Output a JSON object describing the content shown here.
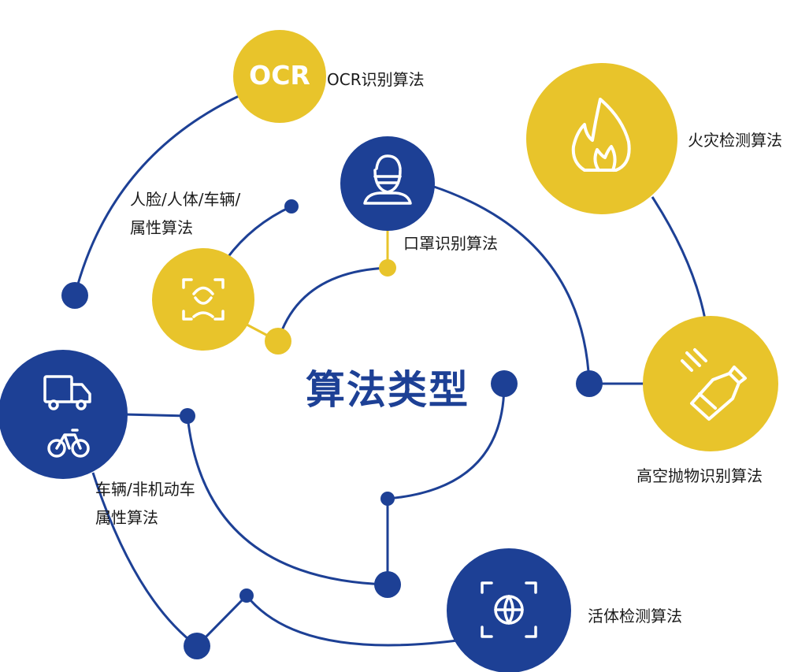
{
  "colors": {
    "navy": "#1d4095",
    "yellow": "#e8c42b",
    "white": "#ffffff"
  },
  "center_title": "算法类型",
  "nodes": [
    {
      "id": "ocr",
      "label": "OCR识别算法",
      "icon_text": "OCR",
      "icon": "ocr-text-icon"
    },
    {
      "id": "face",
      "label_lines": [
        "人脸/人体/车辆/",
        "属性算法"
      ],
      "icon": "face-scan-icon"
    },
    {
      "id": "mask",
      "label": "口罩识别算法",
      "icon": "person-mask-icon"
    },
    {
      "id": "fire",
      "label": "火灾检测算法",
      "icon": "flame-icon"
    },
    {
      "id": "throw",
      "label": "高空抛物识别算法",
      "icon": "falling-bottle-icon"
    },
    {
      "id": "vehicle",
      "label_lines": [
        "车辆/非机动车",
        "属性算法"
      ],
      "icon": "truck-bicycle-icon"
    },
    {
      "id": "liveness",
      "label": "活体检测算法",
      "icon": "globe-scan-icon"
    }
  ]
}
